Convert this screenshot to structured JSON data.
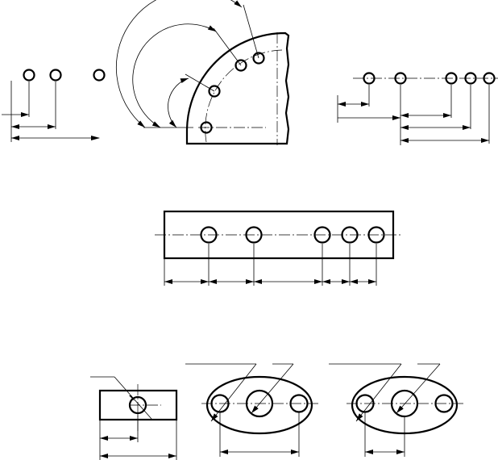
{
  "diagram": {
    "description_free": true,
    "stroke_color": "#000000",
    "background_color": "#ffffff",
    "figures": [
      {
        "id": "linear-chain-dims"
      },
      {
        "id": "angular-dims"
      },
      {
        "id": "linear-baseline-dims"
      },
      {
        "id": "plate-five-holes"
      },
      {
        "id": "rect-one-hole"
      },
      {
        "id": "oval-three-holes-a"
      },
      {
        "id": "oval-three-holes-b"
      }
    ]
  }
}
